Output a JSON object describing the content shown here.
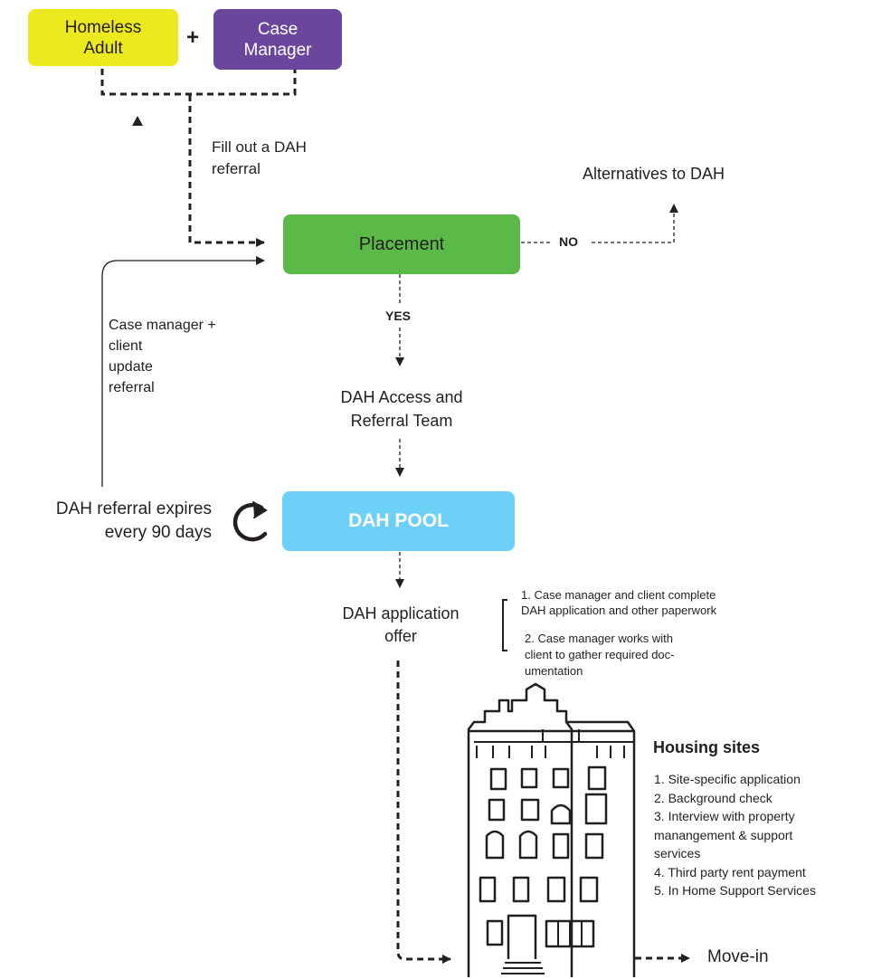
{
  "colors": {
    "homeless_adult": "#ecea1e",
    "case_manager": "#6a479c",
    "placement": "#5bb947",
    "dah_pool": "#6dd0f6",
    "line": "#231f20"
  },
  "nodes": {
    "homeless_adult": "Homeless\nAdult",
    "plus": "+",
    "case_manager": "Case\nManager",
    "placement": "Placement",
    "dah_pool": "DAH POOL",
    "access_team": "DAH Access and\nReferral Team",
    "application_offer": "DAH application\noffer",
    "alternatives": "Alternatives to DAH",
    "move_in": "Move-in"
  },
  "labels": {
    "fill_referral": "Fill out a DAH\nreferral",
    "no": "NO",
    "yes": "YES",
    "update_referral": "Case manager +\nclient\nupdate\nreferral",
    "expires": "DAH referral expires\nevery 90 days"
  },
  "application_steps": [
    "1. Case manager and client complete\nDAH application and other paperwork",
    "2. Case manager works with\nclient to gather required doc-\numentation"
  ],
  "housing": {
    "title": "Housing sites",
    "steps": [
      "1. Site-specific application",
      "2. Background check",
      "3. Interview with property\nmanangement & support\nservices",
      "4. Third party rent payment",
      "5. In Home Support Services"
    ]
  },
  "icons": {
    "cycle": "refresh-icon",
    "building": "building-icon"
  }
}
